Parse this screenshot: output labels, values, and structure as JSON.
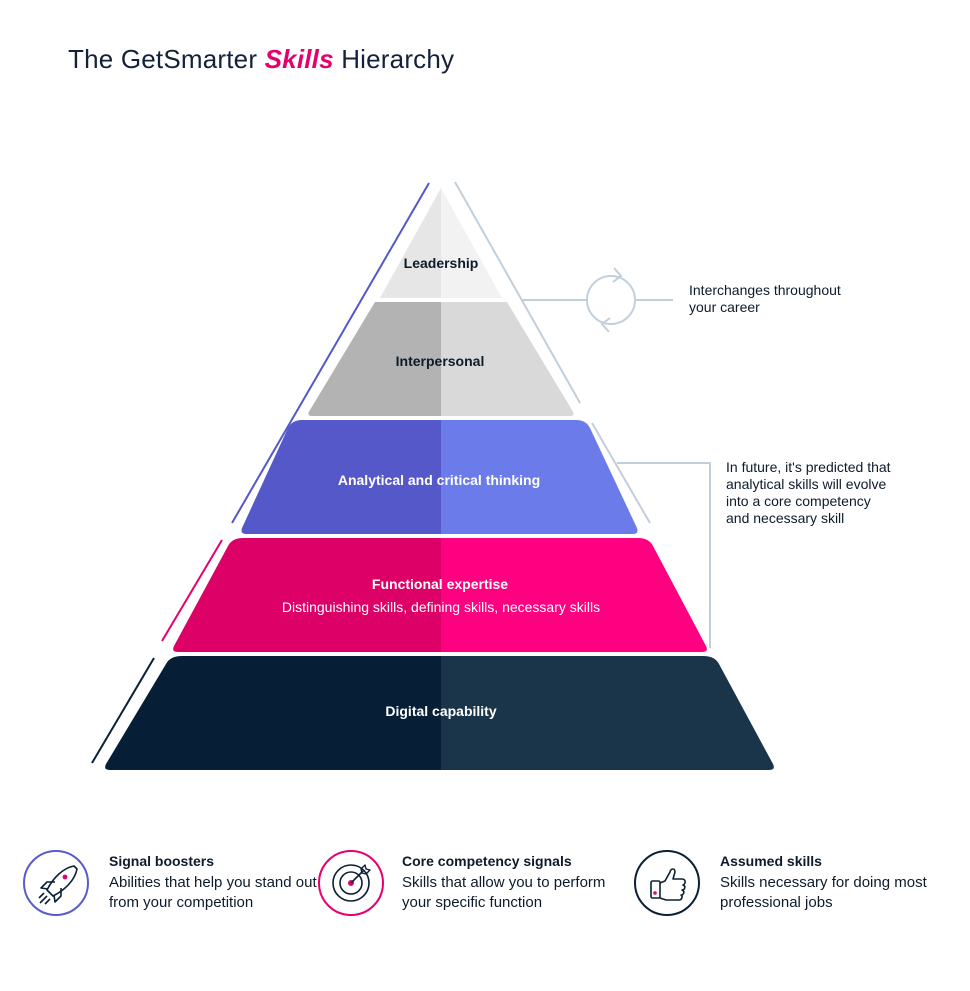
{
  "header": {
    "title_before": "The GetSmarter ",
    "title_accent": "Skills",
    "title_after": " Hierarchy"
  },
  "pyramid": {
    "tiers": [
      {
        "label": "Leadership",
        "color": "#ececec"
      },
      {
        "label": "Interpersonal",
        "color": "#b5b5b5"
      },
      {
        "label": "Analytical and critical thinking",
        "color": "#5a5bcb"
      },
      {
        "label": "Functional expertise",
        "sublabel": "Distinguishing skills, defining skills, necessary skills",
        "color": "#e6006e"
      },
      {
        "label": "Digital capability",
        "color": "#0a2035"
      }
    ]
  },
  "annotations": {
    "interchange": "Interchanges throughout your career",
    "future": "In future, it's predicted that analytical skills will evolve into a core competency and necessary skill"
  },
  "legend": [
    {
      "icon": "rocket-icon",
      "title": "Signal boosters",
      "description": "Abilities that help you stand out from your competition",
      "color": "#5a5bcb"
    },
    {
      "icon": "target-icon",
      "title": "Core competency signals",
      "description": "Skills that allow you to perform your specific function",
      "color": "#e6006e"
    },
    {
      "icon": "thumbs-up-icon",
      "title": "Assumed skills",
      "description": "Skills necessary for doing most professional jobs",
      "color": "#0a2035"
    }
  ]
}
